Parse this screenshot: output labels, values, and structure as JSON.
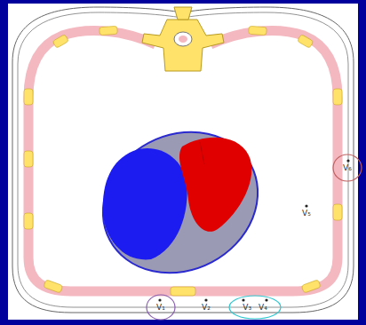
{
  "diagram": {
    "nodes": [
      {
        "text": [
          "V₁"
        ]
      },
      {
        "text": [
          "V₃",
          "V₄"
        ]
      },
      {
        "text": [
          "V₆"
        ]
      }
    ],
    "labels": [
      "V₂",
      "V₅"
    ]
  }
}
